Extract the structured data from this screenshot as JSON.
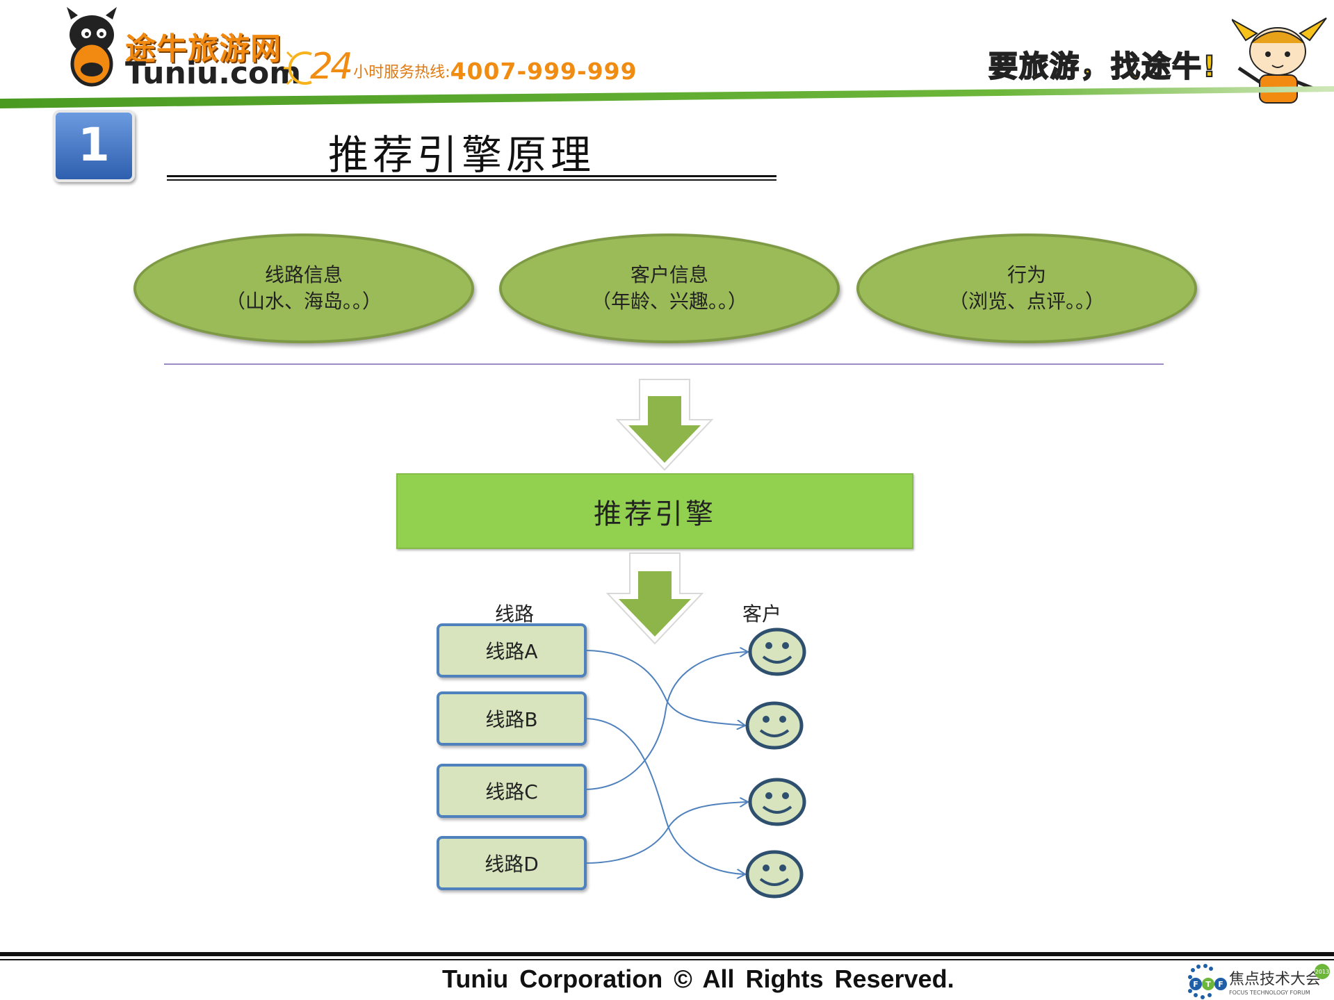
{
  "header": {
    "brand_cn": "途牛旅游网",
    "brand_en": "Tuniu.com",
    "hotline_24": "24",
    "hotline_text": "小时服务热线:",
    "hotline_number": "4007-999-999",
    "slogan": "要旅游，找途牛!"
  },
  "title": {
    "number": "1",
    "text": "推荐引擎原理"
  },
  "inputs": [
    {
      "line1": "线路信息",
      "line2": "（山水、海岛。。）"
    },
    {
      "line1": "客户信息",
      "line2": "（年龄、兴趣。。）"
    },
    {
      "line1": "行为",
      "line2": "（浏览、点评。。）"
    }
  ],
  "engine": {
    "label": "推荐引擎"
  },
  "routes": {
    "header": "线路",
    "items": [
      "线路A",
      "线路B",
      "线路C",
      "线路D"
    ]
  },
  "customers": {
    "header": "客户",
    "count": 4
  },
  "links": [
    {
      "from": "线路A",
      "to": 2
    },
    {
      "from": "线路B",
      "to": 4
    },
    {
      "from": "线路C",
      "to": 1
    },
    {
      "from": "线路D",
      "to": 3
    }
  ],
  "colors": {
    "oval_fill": "#9bbb59",
    "engine_fill": "#92d050",
    "route_fill": "#d7e4bd",
    "route_border": "#4f81bd",
    "smiley_fill": "#d7e4bd",
    "arrow_green": "#8db54a",
    "brand_orange": "#f08c12",
    "brand_green": "#5aa82a"
  },
  "footer": {
    "copyright": "Tuniu  Corporation  ©  All  Rights  Reserved.",
    "forum_cn": "焦点技术大会",
    "forum_en": "FOCUS TECHNOLOGY FORUM",
    "forum_year": "2013"
  }
}
